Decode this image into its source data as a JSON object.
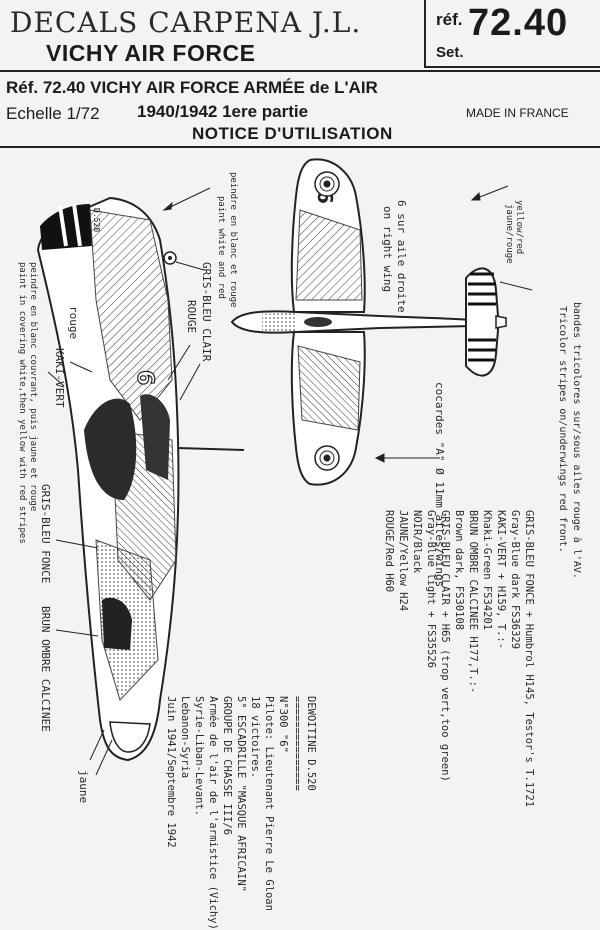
{
  "header": {
    "brand": "DECALS CARPENA J.L.",
    "subtitle": "VICHY AIR FORCE",
    "ref_prefix": "réf.",
    "ref_number": "72.40",
    "ref_set": "Set.",
    "line1": "Réf. 72.40 VICHY AIR FORCE ARMÉE de L'AIR",
    "scale": "Echelle 1/72",
    "period": "1940/1942 1ere partie",
    "made_in": "MADE IN FRANCE",
    "notice": "NOTICE D'UTILISATION"
  },
  "side_view": {
    "fuselage_code": "D.520",
    "fuselage_number": "6",
    "label_rouge": "rouge",
    "label_kaki_vert": "KAKI-VERT",
    "label_rouge_caps": "ROUGE",
    "label_gris_bleu_clair": "GRIS-BLEU CLAIR",
    "label_gris_bleu_fonce": "GRIS-BLEU FONCE",
    "label_brun": "BRUN OMBRE CALCINEE",
    "label_jaune": "jaune",
    "paint_rudder_fr": "peindre en blanc couvrant, puis jaune et rouge",
    "paint_rudder_en": "paint in covering white,then yellow with red stripes",
    "paint_wheel_fr": "peindre en blanc et rouge",
    "paint_wheel_en": "paint white and red"
  },
  "plan_view": {
    "wing_number": "6",
    "wing_note_fr": "6 sur aile droite",
    "wing_note_en": "on right wing",
    "cocardes": "cocardes \"A\" Ø 11mm ailes/wings",
    "tail_colors_top": "yellow/red",
    "tail_colors_bottom": "jaune/rouge",
    "stripes_fr": "bandes tricolores sur/sous ailes rouge à l'AV.",
    "stripes_en": "Tricolor stripes on/underwings red front."
  },
  "pilot_info": {
    "lines": [
      "DEWOITINE D.520",
      "===============",
      "N°300      \"6\"",
      "Pilote: Lieutenant Pierre Le Gloan",
      "18 victoires.",
      "5° ESCADRILLE   \"MASQUE AFRICAIN\"",
      "GROUPE DE CHASSE III/6",
      "Armée de l'air de l'armistice (Vichy)",
      "Syrie-Liban-Levant.",
      "      Lebanon-Syria",
      "Juin 1941/Septembre 1942"
    ]
  },
  "paint_guide": {
    "lines": [
      "GRIS-BLEU FONCE + Humbrol H145, Testor's T.1721",
      "     Gray-Blue dark FS36329",
      "KAKI-VERT + H159, T.:-",
      "     Khaki-Green FS34201",
      "BRUN OMBRE CALCINEE H177,T.:-",
      "     Brown dark, FS30108",
      "GRIS-BLEU CLAIR + H65 (trop vert,too green)",
      "     Gray-Blue light + FS35526",
      "NOIR/Black",
      "JAUNE/Yellow H24",
      "ROUGE/Red H60"
    ]
  }
}
